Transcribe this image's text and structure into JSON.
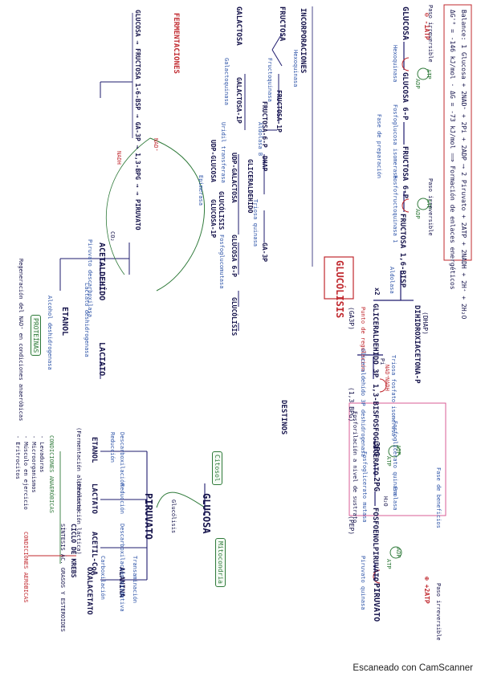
{
  "title": "GLUCÓLISIS",
  "header": {
    "balance": "Balance: 1 Glucosa + 2NAD⁺ + 2Pi + 2ADP ⟶ 2 Piruvato + 2ATP + 2NADH + 2H⁺ + 2H₂O",
    "energy": "ΔG'° = -146 kJ/mol · ΔG = -73 kJ/mol ⟹ Formación de enlaces energéticos"
  },
  "pathway": {
    "glucosa": "GLUCOSA",
    "g6p": "GLUCOSA 6-P",
    "f6p": "FRUCTOSA 6-P",
    "f16bp": "FRUCTOSA 1,6-BISP",
    "dhap": "DIHIDROXIACETONA-P",
    "dhap_abbr": "(DHAP)",
    "ga3p": "GLICERALDEHIDO 3P",
    "ga3p_abbr": "(GA3P)",
    "bpg": "1,3-BISFOSFOGLICERATO",
    "bpg_abbr": "(1,3 BPG)",
    "pg3": "3PG",
    "pg2": "2PG",
    "pep": "FOSFOENOLPIRUVATO",
    "pep_abbr": "(PEP)",
    "piruvato": "PIRUVATO",
    "x2": "x2"
  },
  "enzymes": {
    "hexoquinasa": "Hexoquinasa",
    "isomerasa": "Fosfoglucosa isomerasa",
    "pfk": "Fosfofructoquinasa 1",
    "aldolasa": "Aldolasa",
    "tpi": "Triosa fosfato isomerasa",
    "gapdh": "Gliceraldehído 3P deshidrogenasa",
    "pgk": "Fosfoglicerato quinasa",
    "mutasa": "Fosfoglicerato mutasa",
    "enolasa": "Enolasa",
    "pk": "Piruvato quinasa"
  },
  "cofactors": {
    "atp": "ATP",
    "adp": "ADP",
    "nad": "NAD⁺",
    "nadh": "NADH",
    "pi": "Pi",
    "h2o": "H₂O",
    "minus_atp": "⊖ -1ATP",
    "plus_atp": "⊕ +2ATP"
  },
  "notes": {
    "paso_irreversible": "Paso irreversible",
    "fase_preparacion": "Fase de preparación",
    "fase_beneficios": "Fase de beneficios",
    "regulacion": "Punto de regulación",
    "quinasa_note": "Fosforilación a nivel de sustrato"
  },
  "incorporaciones": {
    "heading": "INCORPORACIONES",
    "fructosa": "FRUCTOSA",
    "f1p": "FRUCTOSA-1P",
    "f6p": "FRUCTOSA-6-P",
    "galactosa": "GALACTOSA",
    "gal1p": "GALACTOSA-1P",
    "udp_gal": "UDP-GALACTOSA",
    "udp_glc": "UDP-GLUCOSA",
    "glc1p": "GLUCOSA-1P",
    "glc6p": "GLUCOSA 6-P",
    "dhap": "DHAP",
    "gliceraldehido": "GLICERALDEHÍDO",
    "ga3p": "GA-3P",
    "glucolisis": "GLUCÓLISIS",
    "fructoquinasa": "Fructoquinasa",
    "aldolasa_b": "Aldolasa B",
    "hexoquinasa": "Hexoquinasa",
    "galactoquinasa": "Galactoquinasa",
    "epimerasa": "Epimerasa",
    "fosfoglucomutasa": "Fosfoglucomutasa",
    "uridil": "Uridil transferasa",
    "triosa_quinasa": "Triosa quinasa"
  },
  "fermentaciones": {
    "heading": "FERMENTACIONES",
    "chain": "GLUCOSA → FRUCTOSA 1-6-BSP → GA-3P → 1,3-BPG → → PIRUVATO",
    "nad": "NAD⁺",
    "nadh": "NADH",
    "acetaldehido": "ACETALDEHÍDO",
    "etanol": "ETANOL",
    "lactato": "LACTATO",
    "co2": "CO₂",
    "piruvato_desc": "Piruvato descarboxilasa",
    "alcohol_desh": "Alcohol deshidrogenasa",
    "lactato_desh": "Lactato deshidrogenasa",
    "regeneracion": "Regeneración del NAD⁺ en condiciones anaeróbicas",
    "tag": "PROTEÍNAS"
  },
  "destinos": {
    "heading": "DESTINOS",
    "glucosa": "GLUCOSA",
    "piruvato": "PIRUVATO",
    "glucolisis": "Glucólisis",
    "citosol": "Citosol",
    "mitocondria": "Mitocondria",
    "etanol": "ETANOL",
    "lactato": "LACTATO",
    "acetil": "ACETIL-CoA",
    "alanina": "ALANINA",
    "oxalacetato": "OXALACETATO",
    "descarbox": "Descarboxilación",
    "reduccion": "Reducción",
    "reduccion2": "Reducción",
    "descarbox_ox": "Descarboxilación oxidativa",
    "transaminacion": "Transaminación",
    "carboxilacion": "Carboxilación",
    "ferm_alc": "(Fermentación alcohólica)",
    "ferm_lac": "(Fermentación láctica)",
    "ciclo": "CICLO DE KREBS",
    "sintesis": "SÍNTESIS ÁC. GRASOS Y ESTEROIDES",
    "anaerob": "CONDICIONES ANAERÓBICAS",
    "aerob": "CONDICIONES AERÓBICAS",
    "lev": "- Levaduras",
    "micro": "- Microorganismos",
    "musc": "- Músculo en ejercicio",
    "eritro": "- Eritrocitos"
  },
  "footer": {
    "scanner": "Escaneado con CamScanner"
  }
}
